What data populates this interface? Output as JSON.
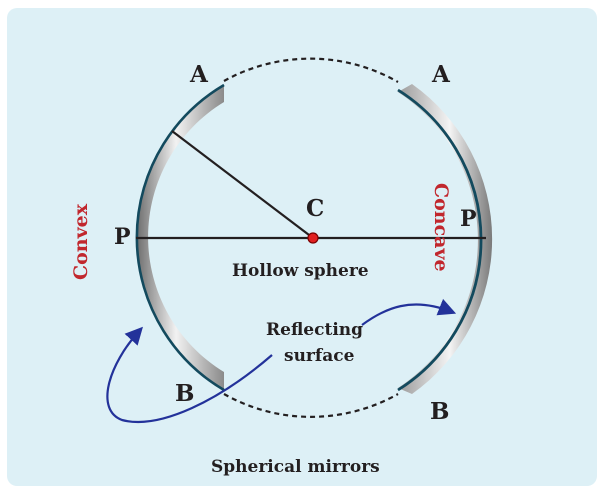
{
  "diagram": {
    "title": "Spherical mirrors",
    "labels": {
      "a_left": "A",
      "a_right": "A",
      "b_left": "B",
      "b_right": "B",
      "p_left": "P",
      "p_right": "P",
      "center": "C",
      "hollow_sphere": "Hollow sphere",
      "reflecting_line1": "Reflecting",
      "reflecting_line2": "surface",
      "convex": "Convex",
      "concave": "Concave"
    },
    "colors": {
      "background": "#ddf0f6",
      "text": "#231f20",
      "mirror_type_text": "#c1272d",
      "center_dot": "#e02020",
      "mirror_edge": "#134a5e",
      "arrow": "#23329a"
    }
  }
}
